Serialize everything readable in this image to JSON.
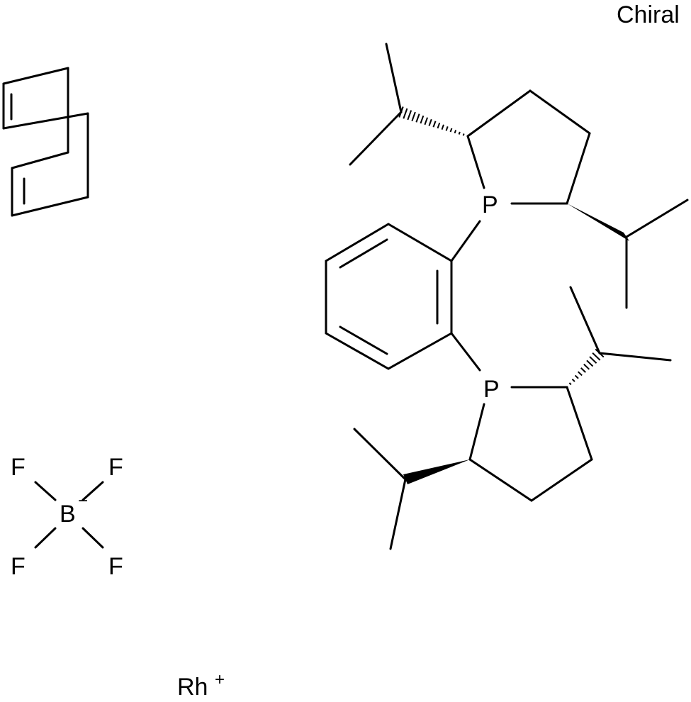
{
  "labels": {
    "chiral": "Chiral",
    "phosphorus_top": "P",
    "phosphorus_bottom": "P",
    "boron": "B",
    "boron_charge": "−",
    "fluorine_1": "F",
    "fluorine_2": "F",
    "fluorine_3": "F",
    "fluorine_4": "F",
    "rhodium": "Rh",
    "rhodium_charge": "+"
  },
  "colors": {
    "ink": "#000000",
    "background": "#ffffff"
  }
}
